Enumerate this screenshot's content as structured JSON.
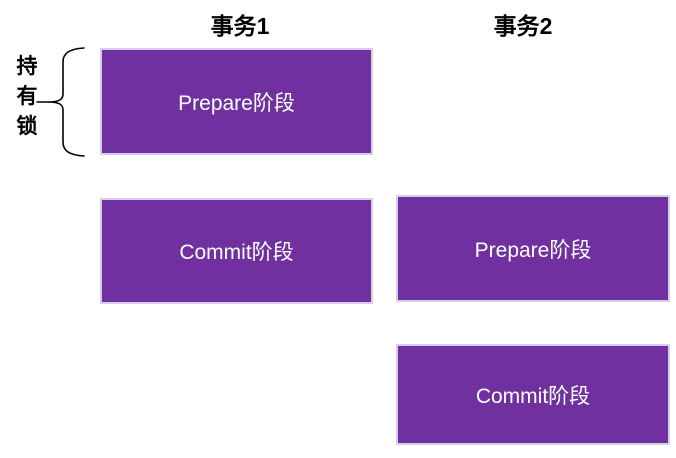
{
  "diagram": {
    "background": "#ffffff",
    "box_fill": "#7030A0",
    "box_border": "#d6cdec",
    "box_text_color": "#ffffff",
    "header_text_color": "#000000",
    "columns": [
      {
        "label": "事务1"
      },
      {
        "label": "事务2"
      }
    ],
    "lock_chars": [
      "持",
      "有",
      "锁"
    ],
    "lock_label": "持有锁",
    "boxes": [
      {
        "id": "t1-prepare",
        "column": "事务1",
        "label": "Prepare阶段"
      },
      {
        "id": "t1-commit",
        "column": "事务1",
        "label": "Commit阶段"
      },
      {
        "id": "t2-prepare",
        "column": "事务2",
        "label": "Prepare阶段"
      },
      {
        "id": "t2-commit",
        "column": "事务2",
        "label": "Commit阶段"
      }
    ]
  }
}
